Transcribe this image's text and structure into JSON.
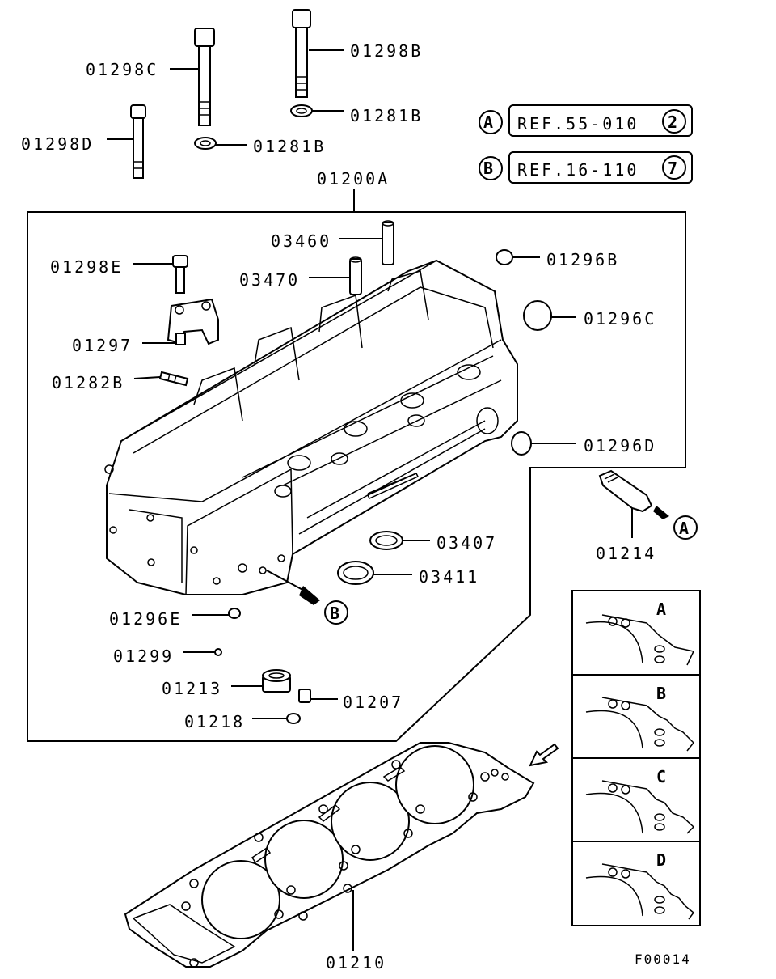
{
  "labels": {
    "p01298C": "01298C",
    "p01298B": "01298B",
    "p01281B_a": "01281B",
    "p01281B_b": "01281B",
    "p01298D": "01298D",
    "p01200A": "01200A",
    "p03460": "03460",
    "p03470": "03470",
    "p01298E": "01298E",
    "p01297": "01297",
    "p01282B": "01282B",
    "p01296B": "01296B",
    "p01296C": "01296C",
    "p01296D": "01296D",
    "p01214": "01214",
    "p03407": "03407",
    "p03411": "03411",
    "p01296E": "01296E",
    "p01299": "01299",
    "p01213": "01213",
    "p01207": "01207",
    "p01218": "01218",
    "p01210": "01210"
  },
  "refs": [
    {
      "marker": "A",
      "text": "REF.55-010",
      "num": "2"
    },
    {
      "marker": "B",
      "text": "REF.16-110",
      "num": "7"
    }
  ],
  "markers": {
    "a": "A",
    "b": "B"
  },
  "variants": [
    "A",
    "B",
    "C",
    "D"
  ],
  "figure_id": "F00014"
}
